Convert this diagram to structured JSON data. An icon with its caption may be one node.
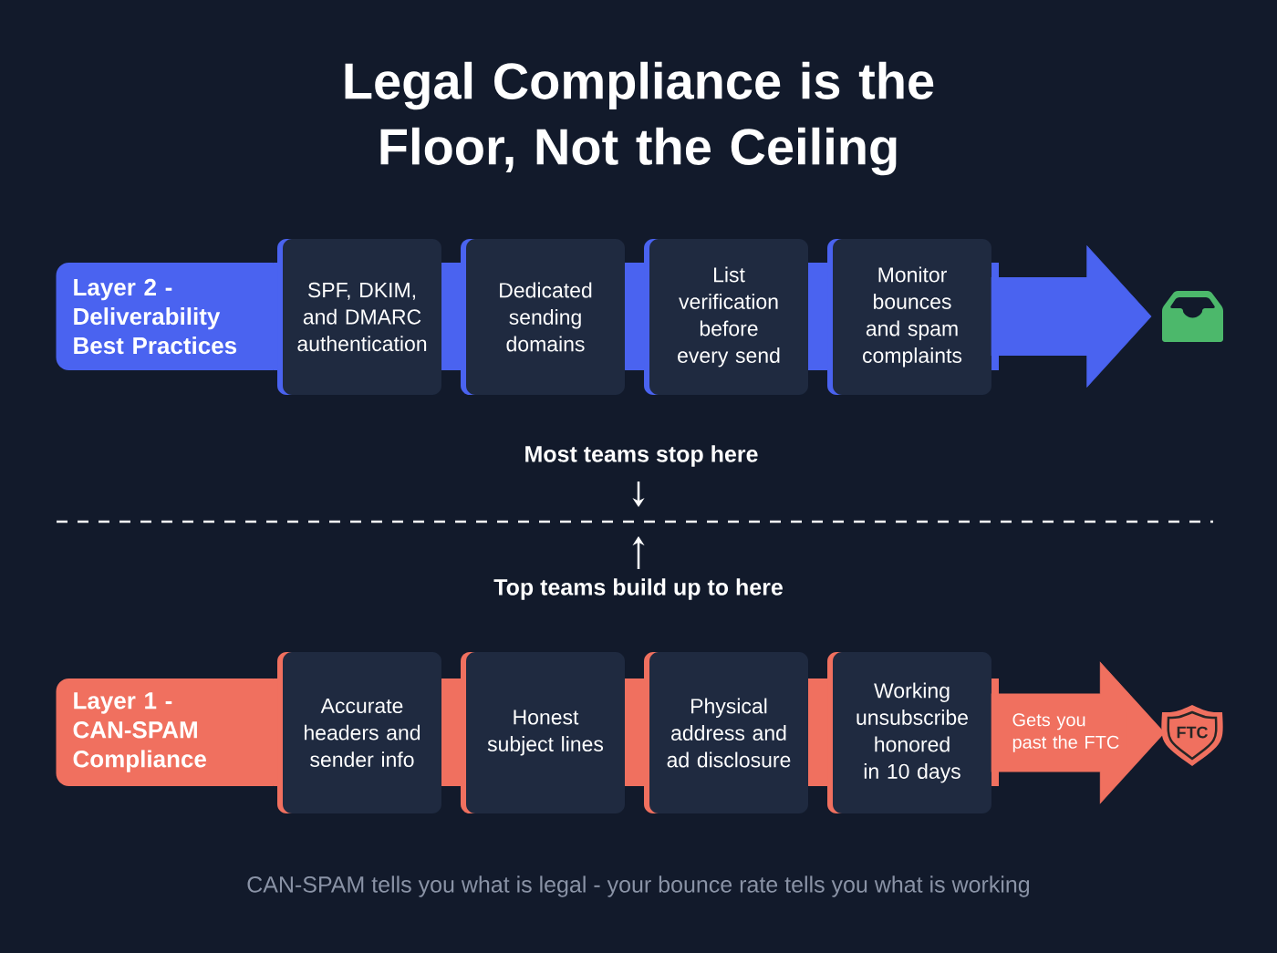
{
  "diagram": {
    "title": "Legal Compliance is the Floor, Not the Ceiling",
    "caption": "CAN-SPAM tells you what is legal - your bounce rate tells you what is working",
    "nodes": [
      {
        "text": [
          "Layer 2 - Deliverability Best Practices"
        ]
      },
      {
        "text": [
          "SPF, DKIM, and DMARC authentication"
        ]
      },
      {
        "text": [
          "Dedicated sending domains"
        ]
      },
      {
        "text": [
          "List verification before every send"
        ]
      },
      {
        "text": [
          "Monitor bounces and spam complaints"
        ]
      },
      {
        "text": [],
        "shape": "tray"
      },
      {
        "text": [
          "Layer 1 - CAN-SPAM Compliance"
        ]
      },
      {
        "text": [
          "Accurate headers and sender info"
        ]
      },
      {
        "text": [
          "Honest subject lines"
        ]
      },
      {
        "text": [
          "Physical address and ad disclosure"
        ]
      },
      {
        "text": [
          "Working unsubscribe honored in 10 days"
        ]
      },
      {
        "text": [
          "FTC"
        ]
      }
    ],
    "edges": [
      {
        "from": 4,
        "to": 5,
        "arrow": "to",
        "style": "thick",
        "color": "#4a63f0"
      },
      {
        "from": 10,
        "to": 11,
        "arrow": "to",
        "label": "Gets you past the FTC",
        "style": "thick",
        "color": "#f0705f"
      }
    ],
    "labels": [
      "Most teams stop here",
      "Top teams build up to here"
    ]
  }
}
